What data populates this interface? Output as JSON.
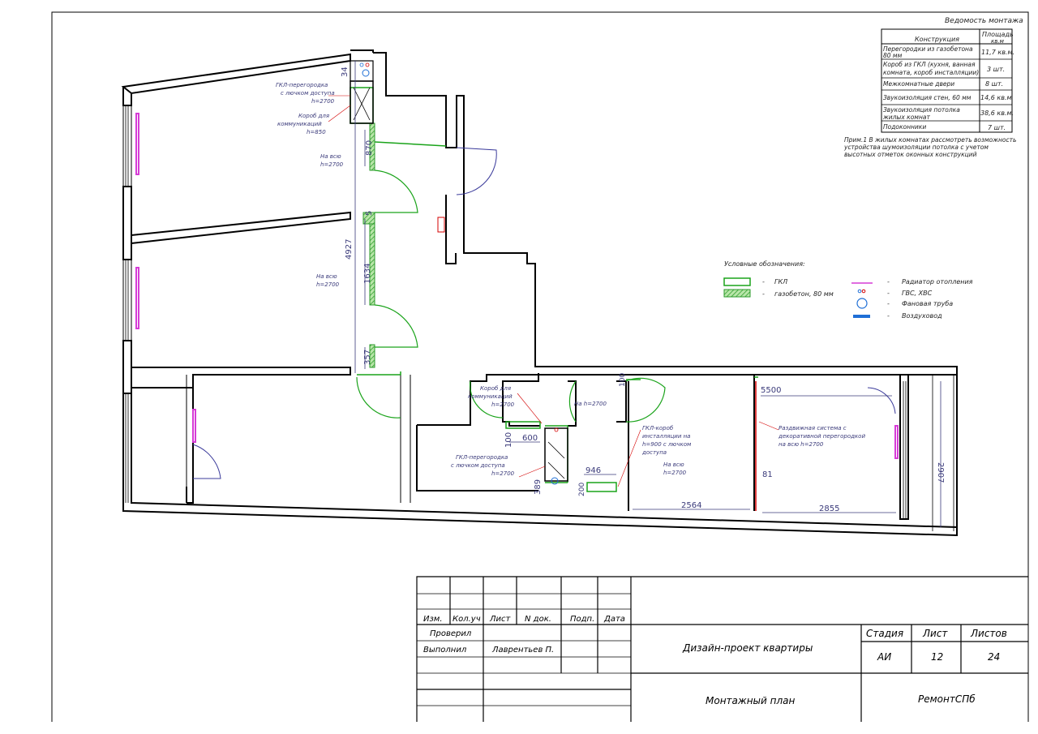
{
  "statement": {
    "title": "Ведомость монтажа",
    "header_construction": "Конструкция",
    "header_area_1": "Площадь",
    "header_area_2": "кв.м",
    "rows": [
      {
        "name_1": "Перегородки из газобетона",
        "name_2": "80 мм",
        "value": "11,7 кв.м."
      },
      {
        "name_1": "Короб из ГКЛ (кухня, ванная",
        "name_2": "комната, короб инсталляции)",
        "value": "3 шт."
      },
      {
        "name_1": "Межкомнатные двери",
        "name_2": "",
        "value": "8 шт."
      },
      {
        "name_1": "Звукоизоляция стен, 60 мм",
        "name_2": "",
        "value": "14,6 кв.м"
      },
      {
        "name_1": "Звукоизоляция потолка",
        "name_2": "жилых комнат",
        "value": "38,6 кв.м."
      },
      {
        "name_1": "Подоконники",
        "name_2": "",
        "value": "7 шт."
      }
    ],
    "footnote_1": "Прим.1 В жилых комнатах рассмотреть возможность",
    "footnote_2": "устройства шумоизоляции потолка с учетом",
    "footnote_3": "высотных отметок оконных конструкций"
  },
  "legend": {
    "title": "Условные обозначения:",
    "items": [
      {
        "label": "ГКЛ"
      },
      {
        "label": "газобетон, 80 мм"
      },
      {
        "label": "Радиатор отопления"
      },
      {
        "label": "ГВС, ХВС"
      },
      {
        "label": "Фановая труба"
      },
      {
        "label": "Воздуховод"
      }
    ],
    "dash": "-"
  },
  "plan": {
    "labels": {
      "gkl_partition_1": "ГКЛ-перегородка",
      "gkl_partition_2": "с лючком доступа",
      "gkl_partition_3": "h=2700",
      "box_comm_1": "Короб для",
      "box_comm_2": "коммуникаций",
      "box_comm_3": "h=850",
      "full_height_a_1": "На всю",
      "full_height_a_2": "h=2700",
      "full_height_b_1": "На всю",
      "full_height_b_2": "h=2700",
      "kitchen_box_1": "Короб для",
      "kitchen_box_2": "коммуникаций",
      "kitchen_box_3": "h=2700",
      "bath_gkl_1": "ГКЛ-перегородка",
      "bath_gkl_2": "с лючком доступа",
      "bath_gkl_3": "h=2700",
      "door_full": "На h=2700",
      "install_box_1": "ГКЛ-короб",
      "install_box_2": "инсталляции на",
      "install_box_3": "h=900 с лючком",
      "install_box_4": "доступа",
      "full_height_c_1": "На всю",
      "full_height_c_2": "h=2700",
      "sliding_1": "Раздвижная система с",
      "sliding_2": "декоративной перегородкой",
      "sliding_3": "на всю h=2700"
    },
    "dimensions": {
      "d34": "34",
      "d870": "870",
      "d5": "5",
      "d4927": "4927",
      "d1634": "1634",
      "d357": "357",
      "d100a": "100",
      "d600": "600",
      "d100b": "100",
      "d389": "389",
      "d200": "200",
      "d946": "946",
      "d5500": "5500",
      "d81": "81",
      "d2564": "2564",
      "d2855": "2855",
      "d2907": "2907"
    }
  },
  "title_block": {
    "col_izm": "Изм.",
    "col_kol": "Кол.уч",
    "col_list": "Лист",
    "col_ndok": "N док.",
    "col_podp": "Подп.",
    "col_data": "Дата",
    "checked_label": "Проверил",
    "performed_label": "Выполнил",
    "performer_name": "Лаврентьев П.",
    "project_title": "Дизайн-проект квартиры",
    "sheet_title": "Монтажный план",
    "stage_label": "Стадия",
    "sheet_label": "Лист",
    "sheets_label": "Листов",
    "stage_value": "АИ",
    "sheet_value": "12",
    "sheets_value": "24",
    "company": "РемонтСПб"
  },
  "colors": {
    "wall": "#000000",
    "gkl": "#1aa31a",
    "aerated": "#2a9a2a",
    "radiator": "#d63cd6",
    "door": "#3b3b9b",
    "dimension": "#3a3a7a",
    "vent": "#1f6fd6",
    "red": "#d40000"
  }
}
